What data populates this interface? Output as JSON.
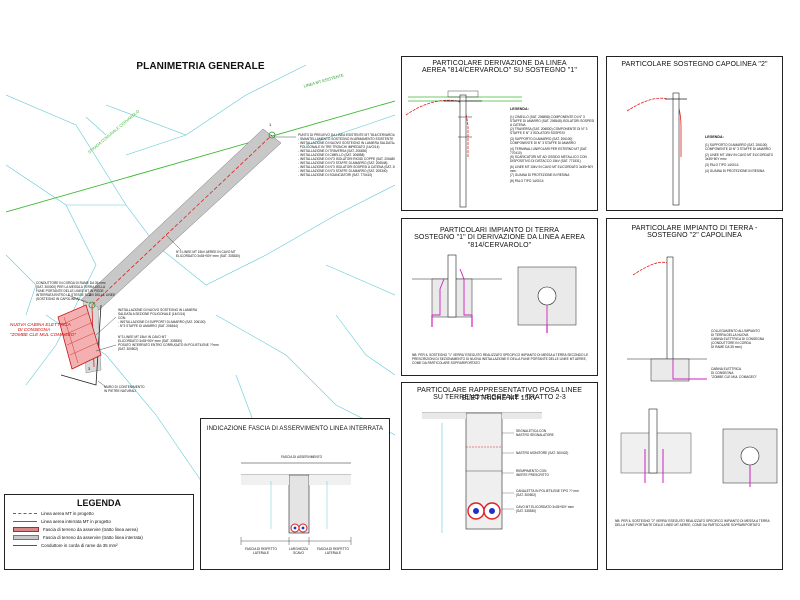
{
  "planimetry": {
    "title": "PLANIMETRIA GENERALE",
    "road_label": "STRADA COMUNALE CERVAROLO",
    "line_label": "LINEA MT ESISTENTE",
    "point_1": "1",
    "point_2": "2",
    "point_3": "3",
    "new_cabin_note": "NUOVA CABINA ELETTRICA\nDI CONSEGNA\n\"ZOMBE CLE MUL COMAGEO\"",
    "note_derivation": "PUNTO DI PRELIEVO DA LINEA ESISTENTE MT \"814/CERVAROLO\" CON:\n- SMANTELLAMENTO SOSTEGNO IN ARMAMENTO ESISTENTE\n- INSTALLAZIONE DI NUOVO SOSTEGNO IN LAMIERA SALDATA A SEZIONE\n  POLIGONALE IN TRE TRONCHI IMPIEDATO (14/G/14)\n- INSTALLAZIONE DI TRAVERSA (SAT. 206830)\n- INSTALLAZIONE DI CIMELLO (SAT. 206858)\n- INSTALLAZIONE DI N°3 ISOLATORI RIGIDI COPPE (SAT. 206480)\n- INSTALLAZIONE DI N°3 STAFFE DI AMARRO (SAT. 206548)\n- INSTALLAZIONE DI N°3 ISOLATORI SOSPESI A CATENA (SAT. 205760)\n- INSTALLAZIONE DI N°3 STAFFE DI AMARRO (SAT. 205340)\n- INSTALLAZIONE DI SGANCIATORI (SAT. 770410)",
    "note_cable": "N°3 LINEE MT 15kV AEREE IN CAVO MT\nELICORDATO 3x35+50Y mm² (SAT. 335530)",
    "note_end_pole": "INSTALLAZIONE DI NUOVO SOSTEGNO IN LAMIERA\nSALDATA A SEZIONE POLIGONALE (14/G/14)\nCON:\n- INSTALLAZIONE DI SUPPORTI DI AMARRO (SAT. 206100)\n- N°3 STAFFE DI AMARRO (SAT. 206544)",
    "note_underground": "N°3 LINEE MT 15kV IN CAVO MT\nELICORDATO 3x35+50Y mm² (SAT. 335530)\nPOSATO INTERRATO ENTRO CORRUGATO IN POLIETILENE ??mm\n(SAT. 300502)",
    "note_bottom": "MURO DI CONTENIMENTO\nIN PIETRE NATURALI",
    "note_conductors": "CONDUTTORE IN CORDA DI RAME DA 35 mm²\n(SAT. 300000) PER LA MESSA A TERRA DELLA\nFUNE PORTANTE DELLE LINEE MT IN PIEDE\nINTERRATA ENTRO LE STESSE SCAVI DELLE LINEE\n(SOSTEGNO IN CAPOLINEA)"
  },
  "legend": {
    "title": "LEGENDA",
    "items": [
      {
        "label": "Linea aerea MT in progetto",
        "color": "#e23030",
        "style": "dash"
      },
      {
        "label": "Linea aerea interrata MT in progetto",
        "color": "#e23030",
        "style": "solid"
      },
      {
        "label": "Fascia di terreno da asservire (tratto linea aerea)",
        "color": "#d88888",
        "style": "band"
      },
      {
        "label": "Fascia di terreno da asservire (tratto linea interrata)",
        "color": "#aaaaaa",
        "style": "band"
      },
      {
        "label": "Conduttore in corda di rame da 35 mm²",
        "color": "#555555",
        "style": "solid"
      }
    ]
  },
  "asservimento": {
    "title": "INDICAZIONE FASCIA DI ASSERVIMENTO LINEA INTERRATA",
    "label_top": "FASCIA DI ASSERVIMENTO",
    "label_left": "FASCIA DI RISPETTO\nLATERALE",
    "label_mid": "LARGHEZZA\nSCAVO",
    "label_right": "FASCIA DI RISPETTO\nLATERALE"
  },
  "derivazione": {
    "title_line1": "PARTICOLARE DERIVAZIONE DA LINEA",
    "title_line2": "AEREA \"814/CERVAROLO\" SU SOSTEGNO \"1\"",
    "legend_title": "LEGENDA:",
    "legend_items": [
      "(1) CIMELLO (SAT. 206858) COMPONENTE DI N° 3 STAFFE DI AMARRO (SAT. 206548) ISOLATORI SOSPESI A CATENA",
      "(2) TRAVERSA (SAT. 206830) COMPONENTE DI N° 3 STAFFE E N° 3 ISOLATORI SOSPESI",
      "(3) SUPPORTO DI AMARRO (SAT. 206100) COMPONENTE DI N° 3 STAFFE DI AMARRO",
      "(4) TERMINALI UNIPOLARI PER ESTERNO MT (SAT. 770410)",
      "(5) SCARICATORI MT AD OSSIDO METALLICO CON DISPOSITIVO DI DISTACCO 15kV (SAT. 771531)",
      "(6) LINEE MT 15kV IN CAVO MT ELICORDATO 3x35+50Y mm²",
      "(7) GUAINA DI PROTEZIONE IN RESINA",
      "(8) PALO TIPO 14/G/14"
    ]
  },
  "capolinea": {
    "title": "PARTICOLARE SOSTEGNO CAPOLINEA \"2\"",
    "legend_title": "LEGENDA:",
    "legend_items": [
      "(1) SUPPORTO DI AMARRO (SAT. 206100) COMPONENTE DI N° 3 STAFFE DI AMARRO",
      "(2) LINEE MT 15kV IN CAVO MT ELICORDATO 3x35+50Y mm²",
      "(3) PALO TIPO 14/G/14",
      "(4) GUAINA DI PROTEZIONE IN RESINA"
    ]
  },
  "terra1": {
    "title_line1": "PARTICOLARI IMPIANTO DI TERRA",
    "title_line2": "SOSTEGNO \"1\" DI DERIVAZIONE DA LINEA AEREA \"814/CERVAROLO\"",
    "note": "NB: PER IL SOSTEGNO \"1\" VERRA' ESEGUITO REALIZZATO SPECIFICO IMPIANTO DI MESSA A TERRA SECONDO LE PRESCRIZIONI DI SEZIONAMENTO DI NUOVA INSTALLAZIONE E DELLA FUNE PORTANTE DELLE LINEE MT AEREE, COME DA PARTICOLARE SOPRARIPORTATO"
  },
  "terra2": {
    "title_line1": "PARTICOLARE IMPIANTO DI TERRA -",
    "title_line2": "SOSTEGNO \"2\" CAPOLINEA",
    "note_side": "COLLEGAMENTO ALL'IMPIANTO\nDI TERRA DELLA NUOVA\nCABINA ELETTRICA DI CONSEGNA\n(CONDUTTORE IN CORDA\nDI RAME DA 35 mm²)",
    "cabin_label": "CABINA ELETTRICA\nDI CONSEGNA\n\"ZOMBE CLE MUL COMAGEO\"",
    "note": "NB: PER IL SOSTEGNO \"2\" VERRA' ESEGUITO REALIZZATO SPECIFICO IMPIANTO DI MESSA A TERRA DELLA FUNE PORTANTE DELLE LINEE MT AEREE, COME DA PARTICOLARE SOPRARIPORTATO"
  },
  "posa": {
    "title_line1": "PARTICOLARE RAPPRESENTATIVO POSA LINEE ELETTRICHE MT 15kV",
    "title_line2": "SU TERRENO VEGETALE - TRATTO 2-3",
    "labels": [
      "SEGNALETICA CON\nNASTRO SEGNALATORE",
      "NASTRO MONITORE (SAT. 300402)",
      "RIEMPIMENTO CON\nINERTE PRESCRITTO",
      "CANALETTA IN POLIETILENE TIPO ?? mm\n(SAT. 300502)",
      "CAVO MT ELICORDATO 3x35+50Y mm²\n(SAT. 335530)"
    ]
  },
  "colors": {
    "line": "#222222",
    "red": "#e02020",
    "green": "#3cb832",
    "cyan": "#66c8d8",
    "magenta": "#d020c0",
    "gray_band": "#c8c8c8",
    "hatch_red": "#e04848"
  }
}
